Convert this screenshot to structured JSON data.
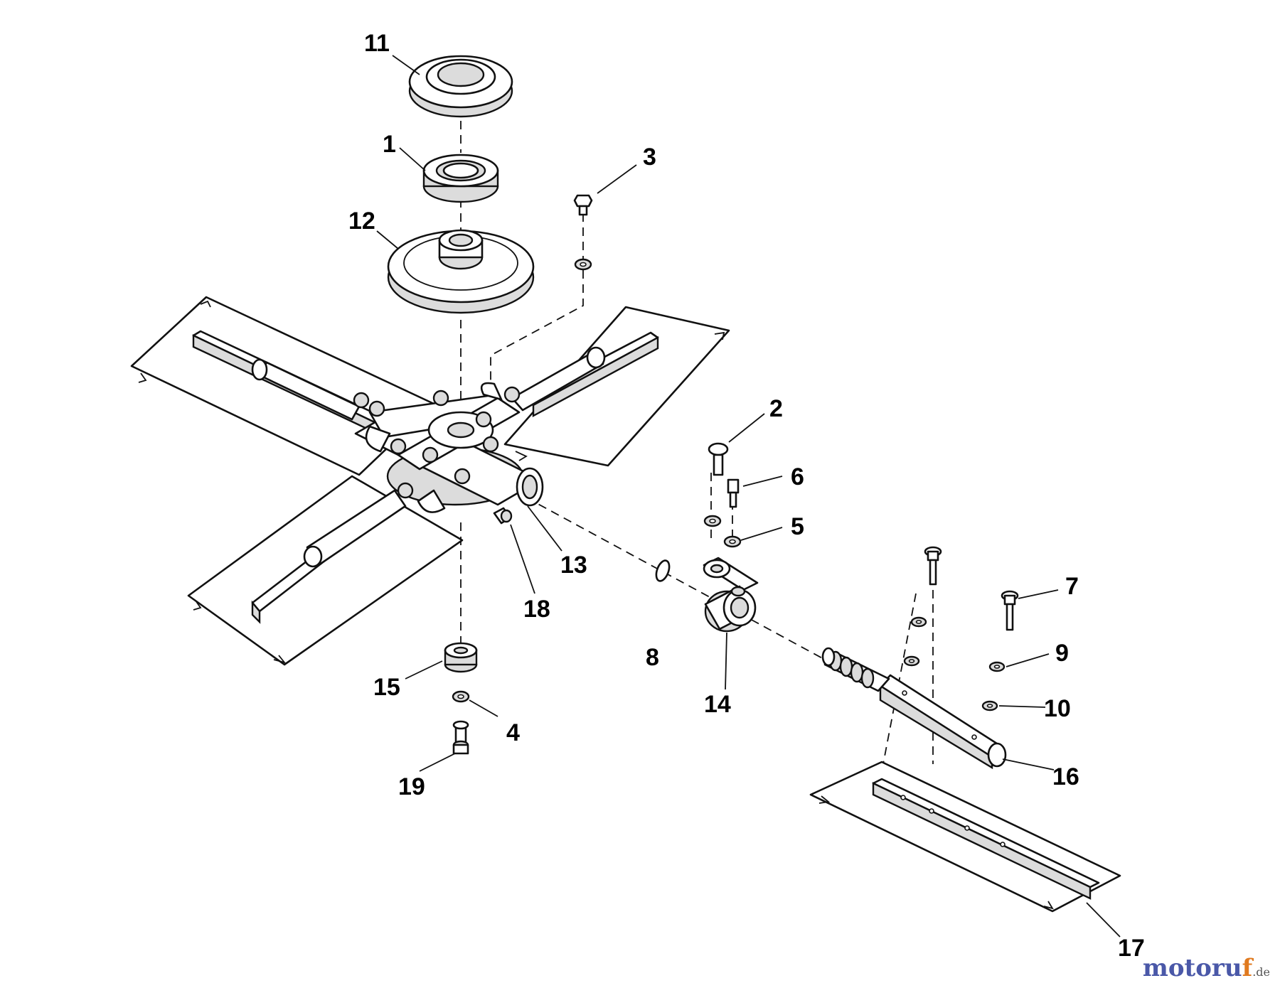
{
  "callouts": {
    "c1": "1",
    "c2": "2",
    "c3": "3",
    "c4": "4",
    "c5": "5",
    "c6": "6",
    "c7": "7",
    "c8": "8",
    "c9": "9",
    "c10": "10",
    "c11": "11",
    "c12": "12",
    "c13": "13",
    "c14": "14",
    "c15": "15",
    "c16": "16",
    "c17": "17",
    "c18": "18",
    "c19": "19"
  },
  "watermark": {
    "main": "motoru",
    "accent": "f",
    "tld": ".de"
  },
  "colors": {
    "line": "#111111",
    "background": "#ffffff",
    "watermark_blue": "#4a58a8",
    "watermark_orange": "#e07a1f"
  }
}
